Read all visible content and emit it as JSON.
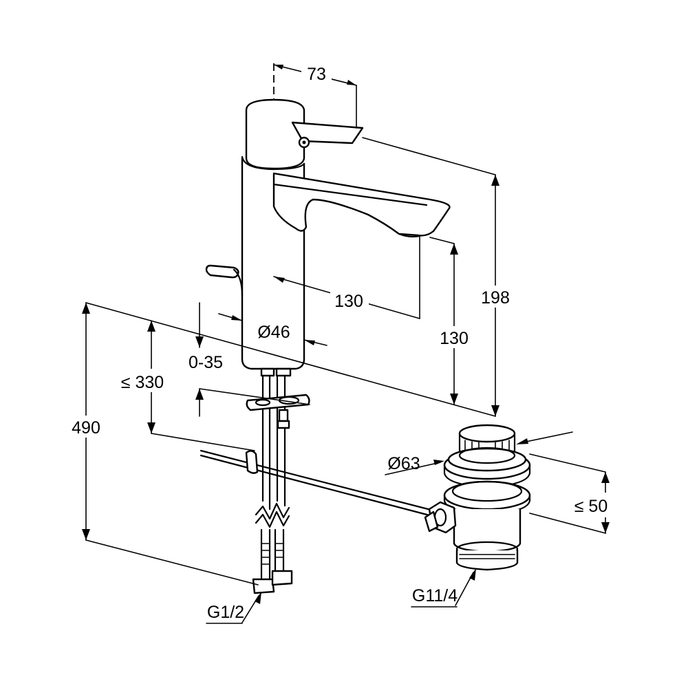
{
  "dimensions": {
    "spout_offset": "73",
    "spout_height_total": "198",
    "spout_reach": "130",
    "spout_clearance": "130",
    "body_diameter": "Ø46",
    "deck_thickness": "0-35",
    "rod_length": "≤ 330",
    "overall_height": "490",
    "waste_diameter": "Ø63",
    "waste_height": "≤ 50"
  },
  "threads": {
    "supply_thread": "G1/2",
    "waste_thread": "G11/4"
  }
}
